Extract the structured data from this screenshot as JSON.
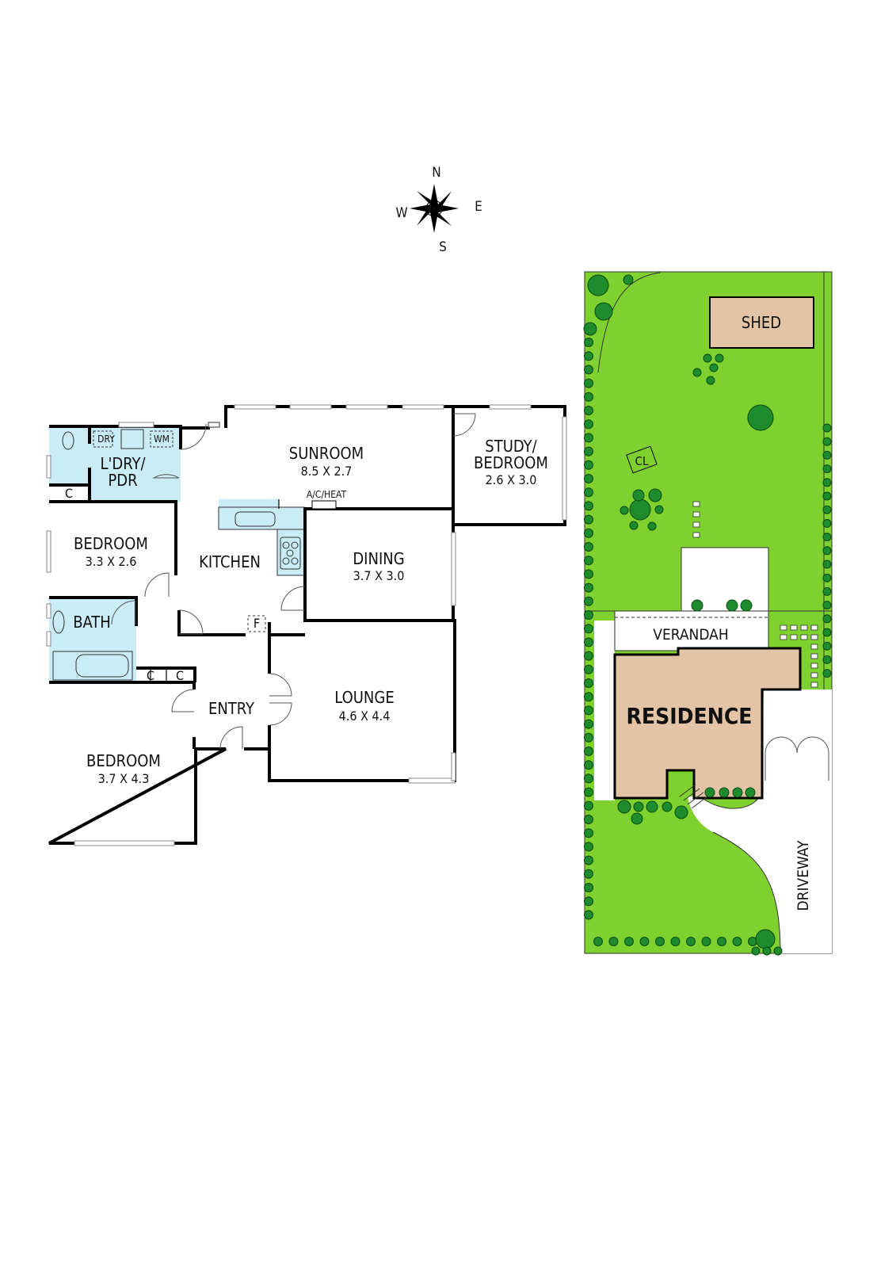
{
  "compass": {
    "n": "N",
    "s": "S",
    "e": "E",
    "w": "W"
  },
  "rooms": {
    "laundry": {
      "line1": "L'DRY/",
      "line2": "PDR"
    },
    "sunroom": {
      "name": "SUNROOM",
      "dims": "8.5 X 2.7"
    },
    "study": {
      "line1": "STUDY/",
      "line2": "BEDROOM",
      "dims": "2.6 X 3.0"
    },
    "bedroom1": {
      "name": "BEDROOM",
      "dims": "3.3 X 2.6"
    },
    "kitchen": {
      "name": "KITCHEN"
    },
    "dining": {
      "name": "DINING",
      "dims": "3.7 X 3.0"
    },
    "bath": {
      "name": "BATH"
    },
    "entry": {
      "name": "ENTRY"
    },
    "lounge": {
      "name": "LOUNGE",
      "dims": "4.6 X 4.4"
    },
    "bedroom2": {
      "name": "BEDROOM",
      "dims": "3.7 X 4.3"
    }
  },
  "fixtures": {
    "dryer": "DRY",
    "washer": "WM",
    "closet": "C",
    "fridge": "F",
    "ac_heat": "A/C/HEAT"
  },
  "site": {
    "shed": "SHED",
    "clothesline": "CL",
    "verandah": "VERANDAH",
    "residence": "RESIDENCE",
    "driveway": "DRIVEWAY"
  },
  "colors": {
    "lawn": "#7ed12e",
    "building": "#e3c4a6",
    "wet_area": "#c9ecf7",
    "tree": "#1e8c2c"
  }
}
